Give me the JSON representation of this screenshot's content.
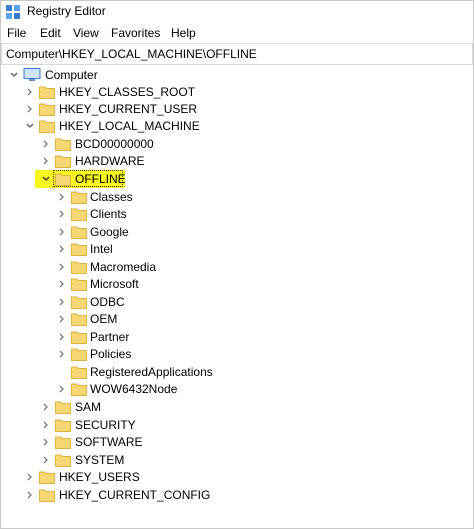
{
  "window": {
    "title": "Registry Editor"
  },
  "menu": [
    "File",
    "Edit",
    "View",
    "Favorites",
    "Help"
  ],
  "address": "Computer\\HKEY_LOCAL_MACHINE\\OFFLINE",
  "tree": {
    "root": "Computer",
    "hives": {
      "classes_root": "HKEY_CLASSES_ROOT",
      "current_user": "HKEY_CURRENT_USER",
      "local_machine": "HKEY_LOCAL_MACHINE",
      "users": "HKEY_USERS",
      "current_config": "HKEY_CURRENT_CONFIG"
    },
    "hklm_children": {
      "bcd": "BCD00000000",
      "hardware": "HARDWARE",
      "offline": "OFFLINE",
      "sam": "SAM",
      "security": "SECURITY",
      "software": "SOFTWARE",
      "system": "SYSTEM"
    },
    "offline_children": [
      "Classes",
      "Clients",
      "Google",
      "Intel",
      "Macromedia",
      "Microsoft",
      "ODBC",
      "OEM",
      "Partner",
      "Policies",
      "RegisteredApplications",
      "WOW6432Node"
    ]
  },
  "colors": {
    "folder": "#f7d774",
    "folder_edge": "#dcb440",
    "highlight": "#f8f71c",
    "chevron": "#7a7a7a"
  }
}
